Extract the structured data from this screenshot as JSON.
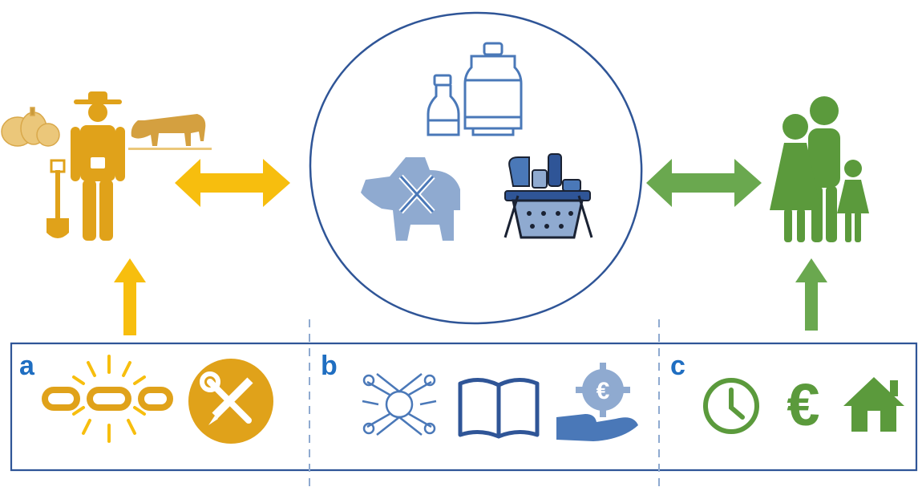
{
  "colors": {
    "gold": "#E0A21A",
    "gold_arrow": "#F7BE0E",
    "blue_dark": "#2F5597",
    "blue_light": "#8FAAD0",
    "blue_mid": "#4A78B8",
    "green": "#5B9A3C",
    "green_arrow": "#6AA84F",
    "label_blue": "#1F6EC1"
  },
  "panels": [
    {
      "label": "a",
      "icons": [
        "broken-chain-icon",
        "wrench-pencil-icon"
      ]
    },
    {
      "label": "b",
      "icons": [
        "handshake-circle-icon",
        "open-book-icon",
        "euro-hand-icon"
      ]
    },
    {
      "label": "c",
      "icons": [
        "clock-icon",
        "euro-icon",
        "house-icon"
      ]
    }
  ],
  "left_group": [
    "pumpkins-icon",
    "farmer-icon",
    "cow-icon",
    "shovel-icon"
  ],
  "center_group": [
    "milk-bottle-icon",
    "milk-jug-icon",
    "cow-butcher-icon",
    "shopping-basket-icon"
  ],
  "right_group": [
    "family-icon"
  ]
}
